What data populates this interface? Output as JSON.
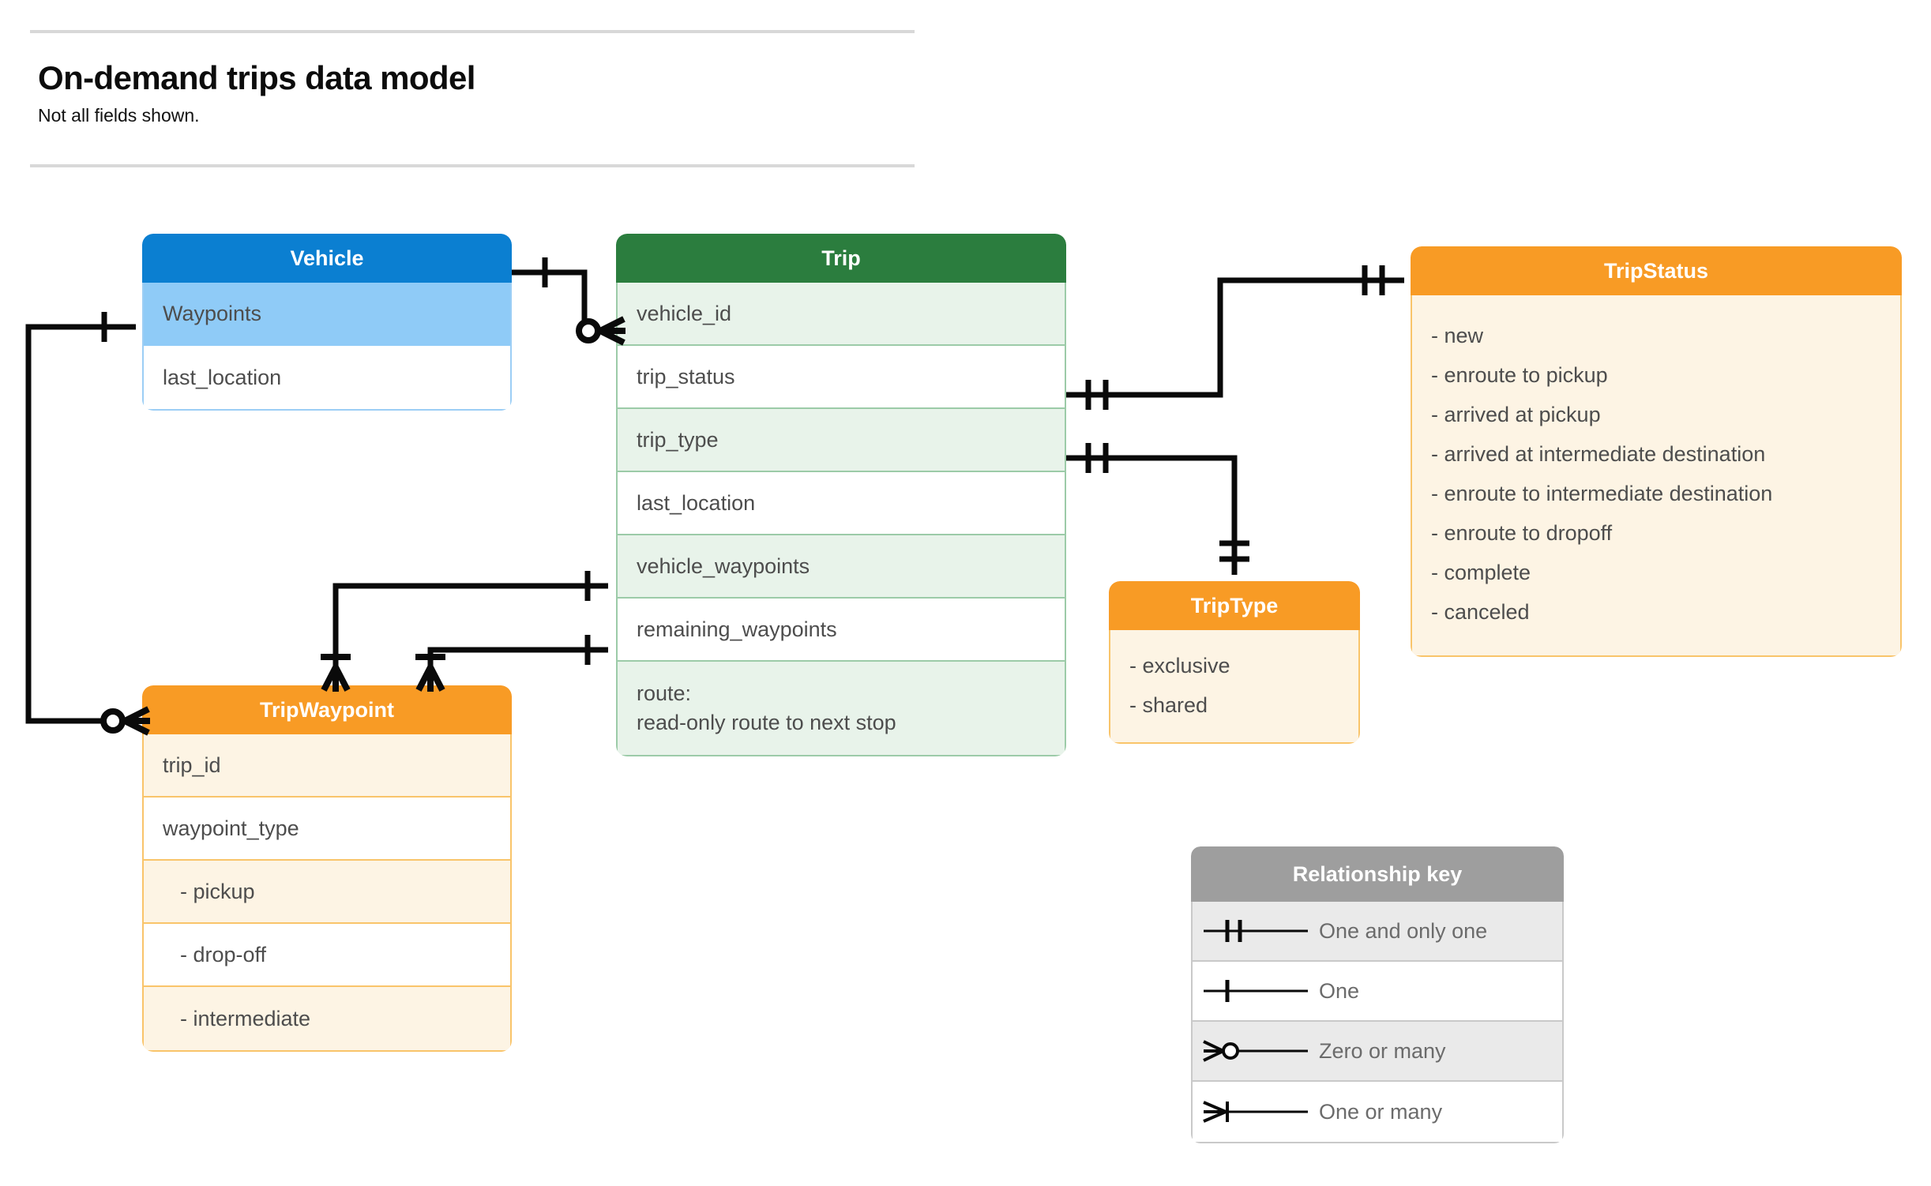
{
  "header": {
    "title": "On-demand trips data model",
    "subtitle": "Not all fields shown."
  },
  "entities": {
    "vehicle": {
      "name": "Vehicle",
      "color": "#0b7fd1",
      "fields": [
        "Waypoints",
        "last_location"
      ]
    },
    "trip": {
      "name": "Trip",
      "color": "#2b7d3e",
      "fields": [
        "vehicle_id",
        "trip_status",
        "trip_type",
        "last_location",
        "vehicle_waypoints",
        "remaining_waypoints"
      ],
      "route_label": "route:",
      "route_note": "read-only route to next stop"
    },
    "trip_status": {
      "name": "TripStatus",
      "color": "#f89b25",
      "values": [
        "- new",
        "- enroute to pickup",
        "- arrived at pickup",
        "- arrived at intermediate destination",
        "- enroute to intermediate destination",
        "- enroute to dropoff",
        "- complete",
        "- canceled"
      ]
    },
    "trip_type": {
      "name": "TripType",
      "color": "#f89b25",
      "values": [
        "- exclusive",
        "- shared"
      ]
    },
    "trip_waypoint": {
      "name": "TripWaypoint",
      "color": "#f89b25",
      "fields": [
        "trip_id",
        "waypoint_type"
      ],
      "waypoint_types": [
        "-  pickup",
        "-  drop-off",
        "-  intermediate"
      ]
    }
  },
  "legend": {
    "title": "Relationship key",
    "rows": [
      {
        "symbol": "one-and-only-one",
        "label": "One and only one"
      },
      {
        "symbol": "one",
        "label": "One"
      },
      {
        "symbol": "zero-or-many",
        "label": "Zero or many"
      },
      {
        "symbol": "one-or-many",
        "label": "One or many"
      }
    ]
  },
  "relationships": [
    {
      "from": "Vehicle",
      "from_card": "one",
      "to": "Trip.vehicle_id",
      "to_card": "zero-or-many"
    },
    {
      "from": "Vehicle.Waypoints",
      "from_card": "one",
      "to": "TripWaypoint",
      "to_card": "zero-or-many"
    },
    {
      "from": "Trip.trip_status",
      "from_card": "one-and-only-one",
      "to": "TripStatus",
      "to_card": "one-and-only-one"
    },
    {
      "from": "Trip.trip_type",
      "from_card": "one-and-only-one",
      "to": "TripType",
      "to_card": "one-and-only-one"
    },
    {
      "from": "Trip.vehicle_waypoints",
      "from_card": "one",
      "to": "TripWaypoint",
      "to_card": "one-or-many"
    },
    {
      "from": "Trip.remaining_waypoints",
      "from_card": "one",
      "to": "TripWaypoint",
      "to_card": "one-or-many"
    }
  ]
}
